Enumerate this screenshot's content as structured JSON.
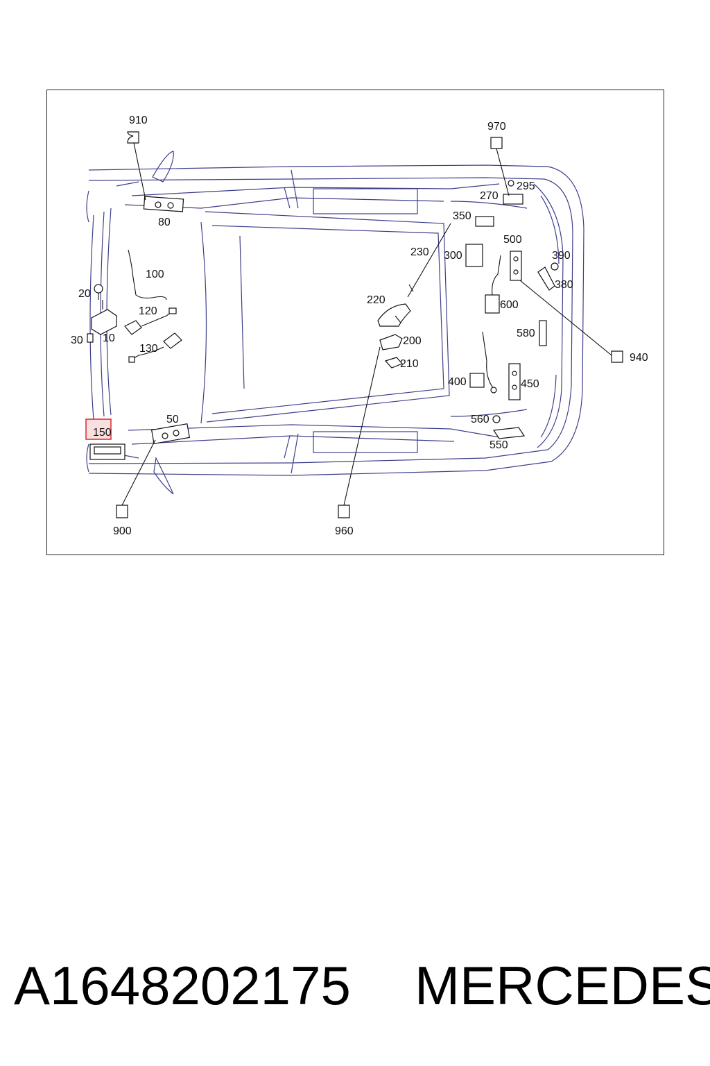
{
  "callouts": {
    "c910": "910",
    "c970": "970",
    "c80": "80",
    "c295": "295",
    "c270": "270",
    "c350": "350",
    "c230": "230",
    "c300": "300",
    "c500": "500",
    "c390": "390",
    "c380": "380",
    "c100": "100",
    "c20": "20",
    "c120": "120",
    "c600": "600",
    "c220": "220",
    "c10": "10",
    "c30": "30",
    "c130": "130",
    "c580": "580",
    "c200": "200",
    "c940": "940",
    "c210": "210",
    "c400": "400",
    "c450": "450",
    "c50": "50",
    "c560": "560",
    "c150": "150",
    "c550": "550",
    "c900": "900",
    "c960": "960"
  },
  "highlight": {
    "label": "150",
    "color": "#e0242b"
  },
  "footer": {
    "part_number": "A1648202175",
    "brand": "MERCEDES"
  }
}
